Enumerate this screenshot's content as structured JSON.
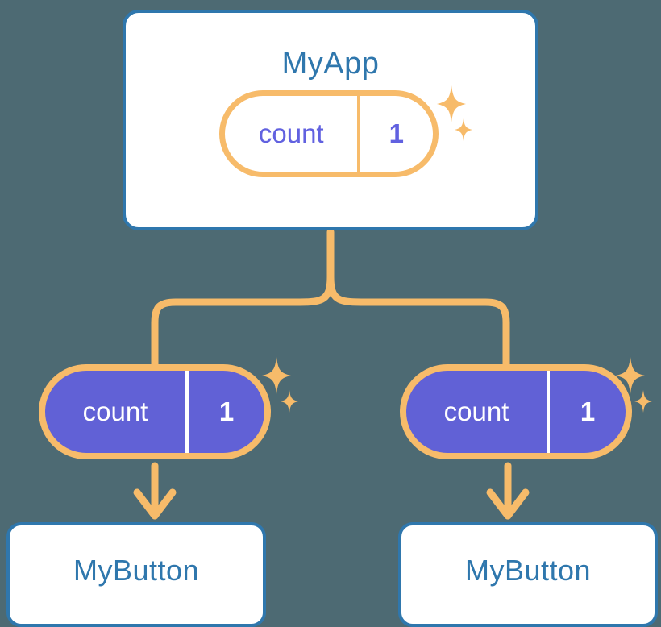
{
  "diagram": {
    "type": "component-tree",
    "background_color": "#4d6a73",
    "root": {
      "label": "MyApp",
      "state_pill": {
        "key": "count",
        "value": "1",
        "style": "outline",
        "fill_color": "#ffffff",
        "border_color": "#f7bb6a",
        "halo_color": "#fbdcb0",
        "text_color": "#6161e0"
      }
    },
    "children": [
      {
        "label": "MyButton",
        "state_pill": {
          "key": "count",
          "value": "1",
          "style": "filled",
          "fill_color": "#6161d6",
          "border_color": "#f7bb6a",
          "halo_color": "#fbdcb0",
          "text_color": "#ffffff"
        }
      },
      {
        "label": "MyButton",
        "state_pill": {
          "key": "count",
          "value": "1",
          "style": "filled",
          "fill_color": "#6161d6",
          "border_color": "#f7bb6a",
          "halo_color": "#fbdcb0",
          "text_color": "#ffffff"
        }
      }
    ],
    "colors": {
      "card_border": "#2f77ad",
      "card_fill": "#ffffff",
      "card_text": "#2f77ad",
      "connector": "#f7bb6a",
      "sparkle": "#f7bb6a",
      "accent_purple": "#6161d6"
    },
    "icons": {
      "sparkle_large": "sparkle-four-point-icon",
      "sparkle_small": "sparkle-four-point-small-icon",
      "arrow": "arrow-down-icon"
    }
  }
}
